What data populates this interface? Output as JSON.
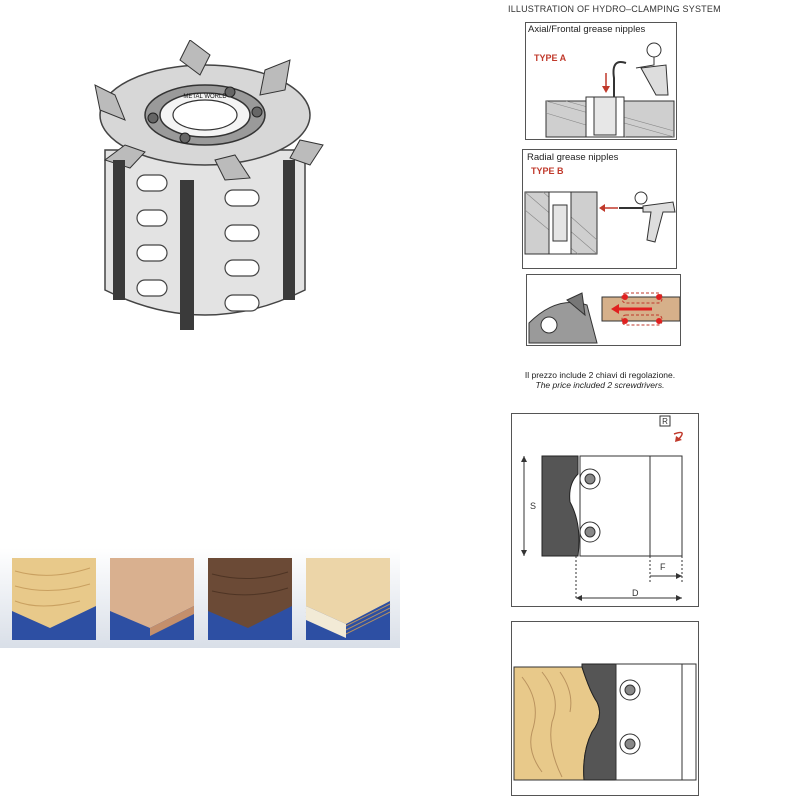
{
  "hydro": {
    "title": "ILLUSTRATION OF HYDRO–CLAMPING SYSTEM",
    "panel_a_label": "Axial/Frontal grease nipples",
    "panel_a_type": "TYPE A",
    "panel_b_label": "Radial grease nipples",
    "panel_b_type": "TYPE B"
  },
  "brand_ring_text": "METAL WORLD",
  "price_note": {
    "italian": "Il prezzo include 2 chiavi di regolazione.",
    "english": "The price included  2 screwdrivers."
  },
  "dimension_diagram": {
    "rotation_badge": "R",
    "s_label": "S",
    "f_label": "F",
    "d_label": "D"
  },
  "colors": {
    "red_accent": "#c0392b",
    "steel_gray": "#555555",
    "light_wood": "#e8c98a",
    "blue_base": "#2d4fa3"
  },
  "materials": [
    "pine-wood",
    "beech-wood",
    "walnut-wood",
    "plywood"
  ]
}
